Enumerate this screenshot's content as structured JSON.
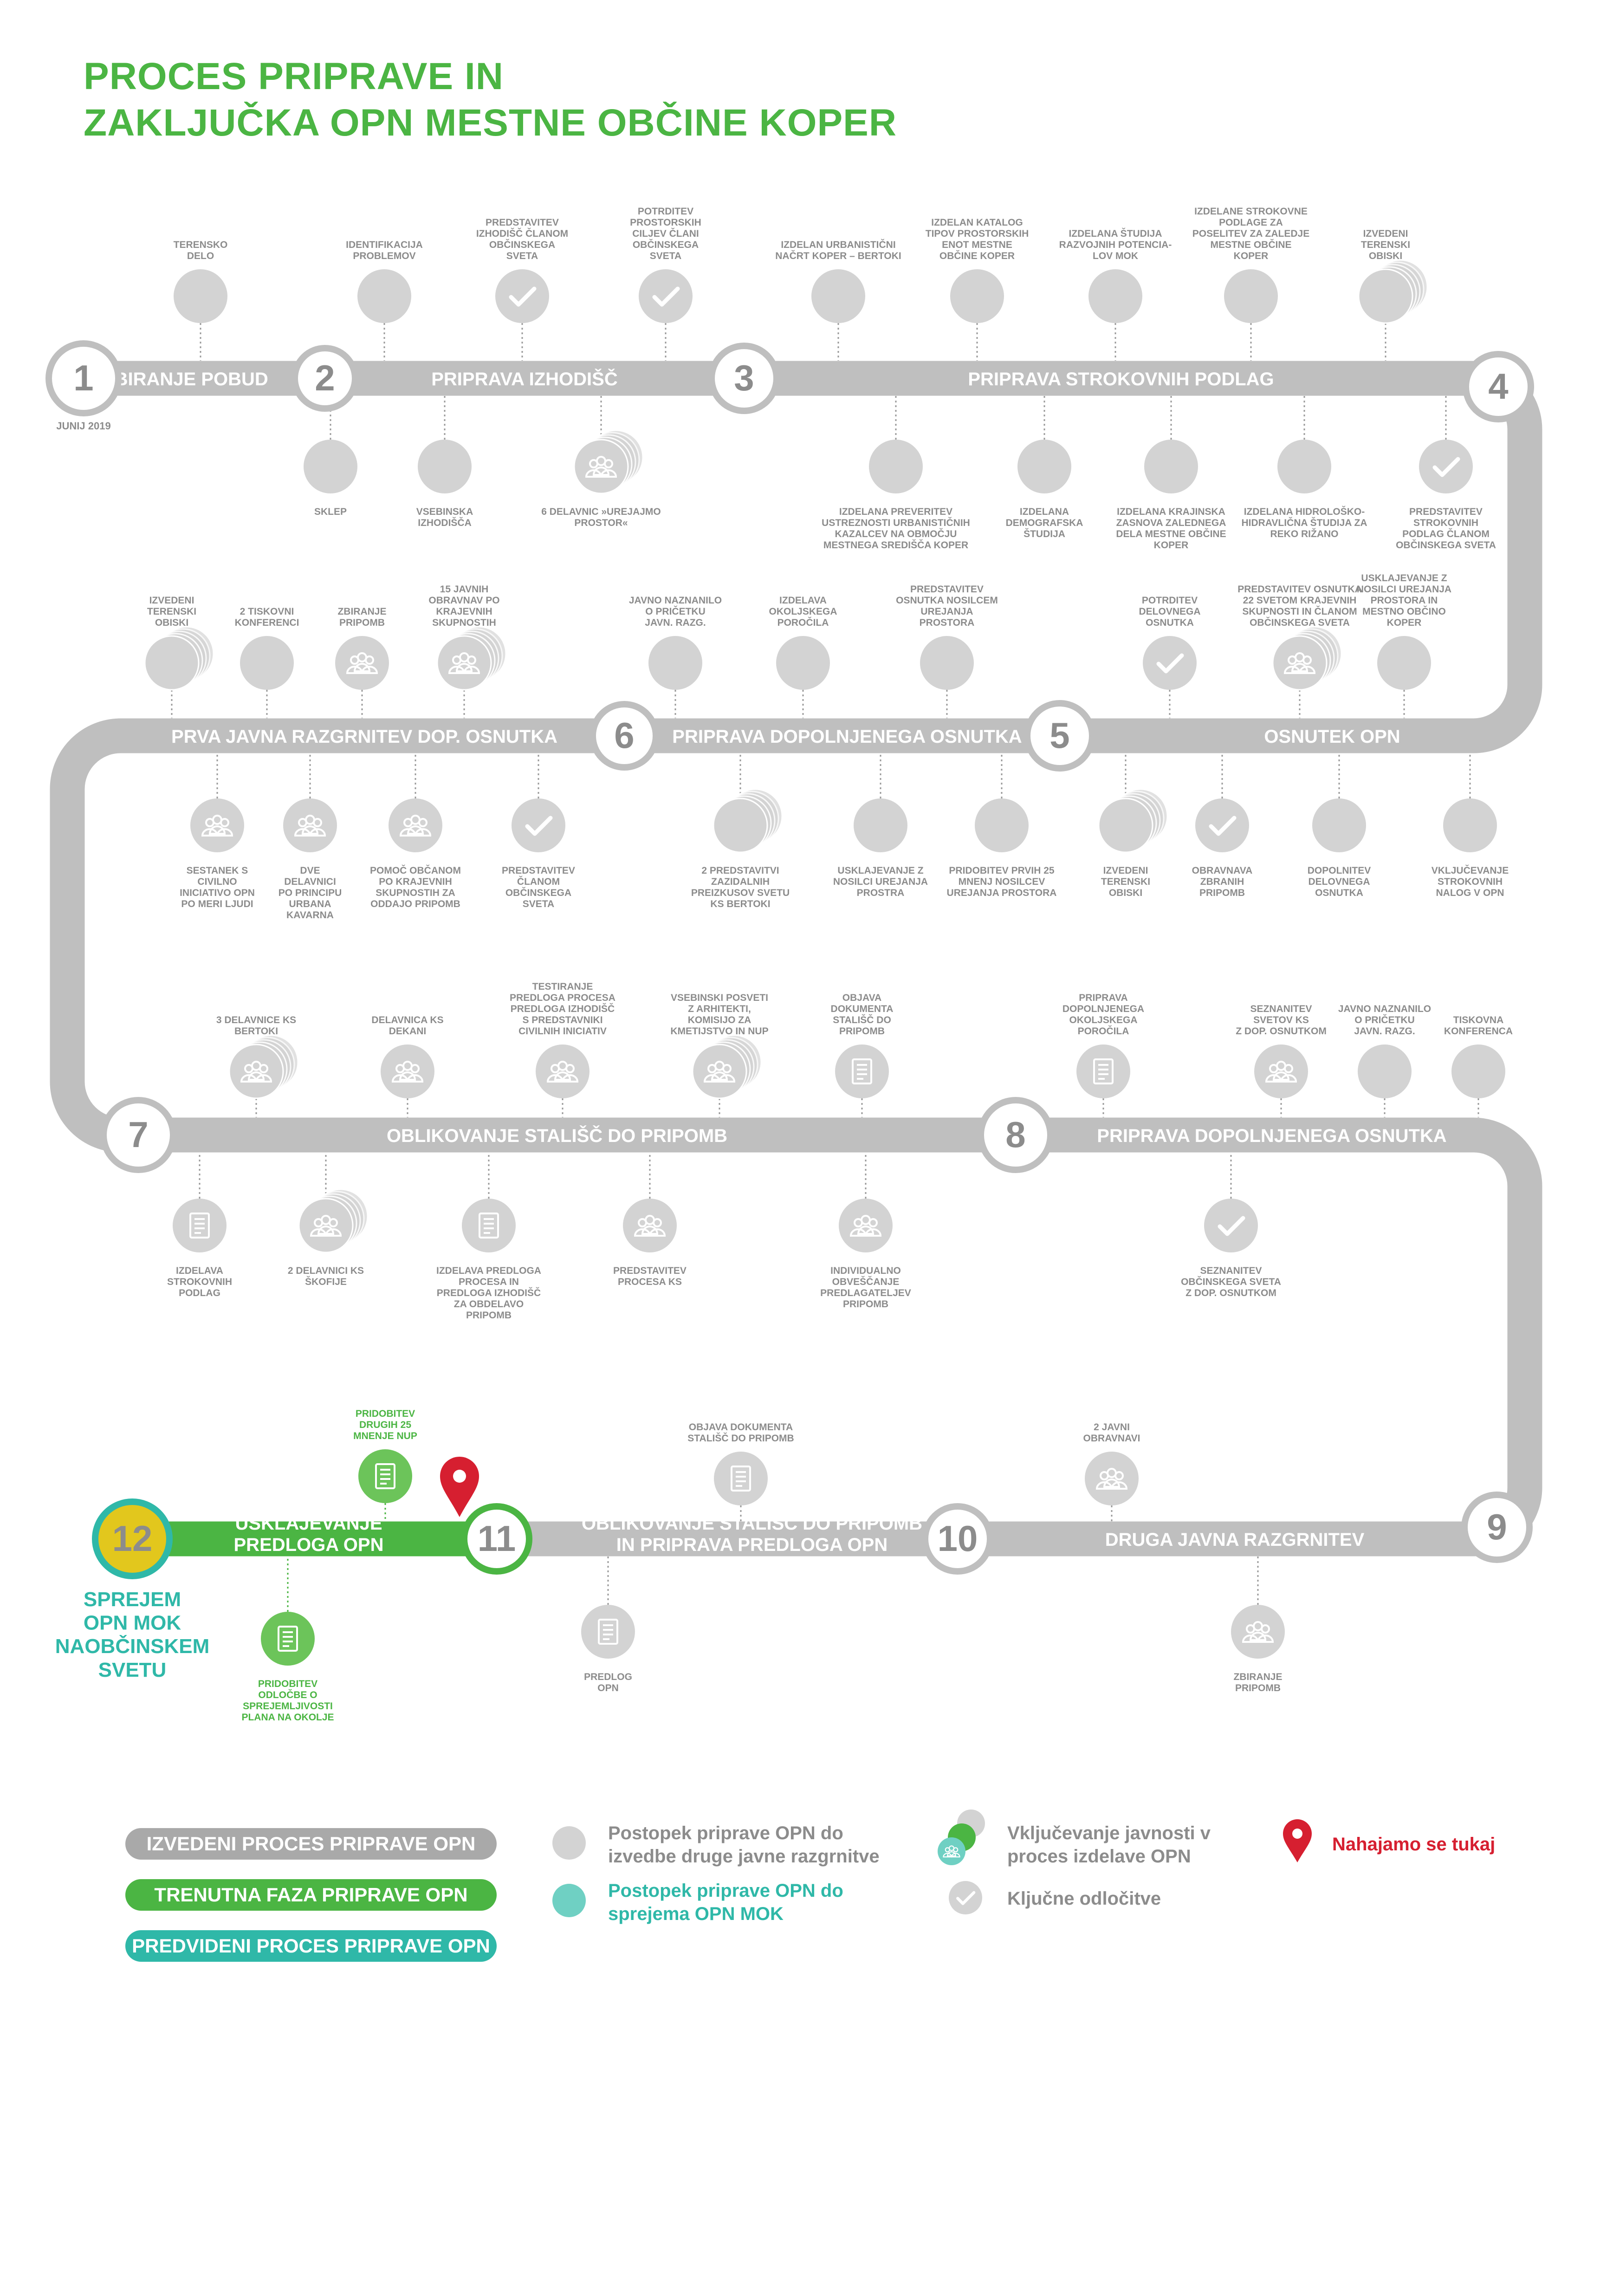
{
  "title": {
    "line1": "PROCES PRIPRAVE IN",
    "line2": "ZAKLJUČKA OPN MESTNE OBČINE KOPER"
  },
  "colors": {
    "done": "#bfbfbf",
    "done_node": "#d3d3d3",
    "current": "#4bb543",
    "planned": "#2fb8a8",
    "final": "#e2c71d",
    "marker": "#d61f30",
    "label": "#8c8c8c"
  },
  "phases": [
    {
      "num": "1",
      "label": "ZBIRANJE POBUD",
      "date": "JUNIJ 2019"
    },
    {
      "num": "2",
      "label": "PRIPRAVA IZHODIŠČ"
    },
    {
      "num": "3",
      "label": "PRIPRAVA STROKOVNIH PODLAG"
    },
    {
      "num": "4",
      "label": ""
    },
    {
      "num": "5",
      "label": "OSNUTEK OPN"
    },
    {
      "num": "6",
      "label": "PRIPRAVA DOPOLNJENEGA OSNUTKA"
    },
    {
      "num": "",
      "label": "PRVA JAVNA RAZGRNITEV DOP. OSNUTKA"
    },
    {
      "num": "7",
      "label": "OBLIKOVANJE STALIŠČ DO PRIPOMB"
    },
    {
      "num": "8",
      "label": "PRIPRAVA DOPOLNJENEGA OSNUTKA"
    },
    {
      "num": "9",
      "label": ""
    },
    {
      "num": "10",
      "label": "DRUGA JAVNA RAZGRNITEV"
    },
    {
      "num": "11",
      "label": "OBLIKOVANJE STALIŠČ DO PRIPOMB\nIN PRIPRAVA PREDLOGA OPN"
    },
    {
      "num": "",
      "label": "USKLAJEVANJE\nPREDLOGA OPN"
    },
    {
      "num": "12",
      "label": "SPREJEM\nOPN MOK\nNAOBČINSKEM\nSVETU"
    }
  ],
  "steps": [
    {
      "text": "TERENSKO\nDELO",
      "kind": "plain",
      "status": "done"
    },
    {
      "text": "IDENTIFIKACIJA\nPROBLEMOV",
      "kind": "plain",
      "status": "done"
    },
    {
      "text": "PREDSTAVITEV\nIZHODIŠČ ČLANOM\nOBČINSKEGA\nSVETA",
      "kind": "check",
      "status": "done"
    },
    {
      "text": "POTRDITEV\nPROSTORSKIH\nCILJEV ČLANI\nOBČINSKEGA\nSVETA",
      "kind": "check",
      "status": "done"
    },
    {
      "text": "IZDELAN URBANISTIČNI\nNAČRT KOPER – BERTOKI",
      "kind": "plain",
      "status": "done"
    },
    {
      "text": "IZDELAN KATALOG\nTIPOV PROSTORSKIH\nENOT MESTNE\nOBČINE KOPER",
      "kind": "plain",
      "status": "done"
    },
    {
      "text": "IZDELANA ŠTUDIJA\nRAZVOJNIH POTENCIA-\nLOV MOK",
      "kind": "plain",
      "status": "done"
    },
    {
      "text": "IZDELANE STROKOVNE\nPODLAGE ZA\nPOSELITEV ZA ZALEDJE\nMESTNE OBČINE\nKOPER",
      "kind": "plain",
      "status": "done"
    },
    {
      "text": "IZVEDENI\nTERENSKI\nOBISKI",
      "kind": "stack",
      "status": "done"
    },
    {
      "text": "SKLEP",
      "kind": "plain",
      "status": "done"
    },
    {
      "text": "VSEBINSKA\nIZHODIŠČA",
      "kind": "plain",
      "status": "done"
    },
    {
      "text": "6 DELAVNIC »UREJAJMO\nPROSTOR«",
      "kind": "people-stack",
      "status": "done"
    },
    {
      "text": "IZDELANA PREVERITEV\nUSTREZNOSTI URBANISTIČNIH\nKAZALCEV NA OBMOČJU\nMESTNEGA SREDIŠČA KOPER",
      "kind": "plain",
      "status": "done"
    },
    {
      "text": "IZDELANA\nDEMOGRAFSKA\nŠTUDIJA",
      "kind": "plain",
      "status": "done"
    },
    {
      "text": "IZDELANA KRAJINSKA\nZASNOVA ZALEDNEGA\nDELA MESTNE OBČINE\nKOPER",
      "kind": "plain",
      "status": "done"
    },
    {
      "text": "IZDELANA HIDROLOŠKO-\nHIDRAVLIČNA ŠTUDIJA ZA\nREKO RIŽANO",
      "kind": "plain",
      "status": "done"
    },
    {
      "text": "PREDSTAVITEV\nSTROKOVNIH\nPODLAG ČLANOM\nOBČINSKEGA SVETA",
      "kind": "check",
      "status": "done"
    },
    {
      "text": "IZVEDENI\nTERENSKI\nOBISKI",
      "kind": "stack",
      "status": "done"
    },
    {
      "text": "2 TISKOVNI\nKONFERENCI",
      "kind": "plain",
      "status": "done"
    },
    {
      "text": "ZBIRANJE\nPRIPOMB",
      "kind": "people",
      "status": "done"
    },
    {
      "text": "15 JAVNIH\nOBRAVNAV PO\nKRAJEVNIH\nSKUPNOSTIH",
      "kind": "people-stack",
      "status": "done"
    },
    {
      "text": "JAVNO NAZNANILO\nO PRIČETKU\nJAVN. RAZG.",
      "kind": "plain",
      "status": "done"
    },
    {
      "text": "IZDELAVA\nOKOLJSKEGA\nPOROČILA",
      "kind": "plain",
      "status": "done"
    },
    {
      "text": "PREDSTAVITEV\nOSNUTKA NOSILCEM\nUREJANJA\nPROSTORA",
      "kind": "plain",
      "status": "done"
    },
    {
      "text": "POTRDITEV\nDELOVNEGA\nOSNUTKA",
      "kind": "check",
      "status": "done"
    },
    {
      "text": "PREDSTAVITEV OSNUTKA\n22 SVETOM KRAJEVNIH\nSKUPNOSTI IN ČLANOM\nOBČINSKEGA SVETA",
      "kind": "people-stack",
      "status": "done"
    },
    {
      "text": "USKLAJEVANJE Z\nNOSILCI UREJANJA\nPROSTORA IN\nMESTNO OBČINO\nKOPER",
      "kind": "plain",
      "status": "done"
    },
    {
      "text": "SESTANEK S\nCIVILNO\nINICIATIVO OPN\nPO MERI LJUDI",
      "kind": "people",
      "status": "done"
    },
    {
      "text": "DVE\nDELAVNICI\nPO PRINCIPU\nURBANA\nKAVARNA",
      "kind": "people",
      "status": "done"
    },
    {
      "text": "POMOČ OBČANOM\nPO KRAJEVNIH\nSKUPNOSTIH ZA\nODDAJO PRIPOMB",
      "kind": "people",
      "status": "done"
    },
    {
      "text": "PREDSTAVITEV\nČLANOM\nOBČINSKEGA\nSVETA",
      "kind": "check",
      "status": "done"
    },
    {
      "text": "2 PREDSTAVITVI\nZAZIDALNIH\nPREIZKUSOV SVETU\nKS BERTOKI",
      "kind": "stack",
      "status": "done"
    },
    {
      "text": "USKLAJEVANJE Z\nNOSILCI UREJANJA\nPROSTRA",
      "kind": "plain",
      "status": "done"
    },
    {
      "text": "PRIDOBITEV PRVIH 25\nMNENJ NOSILCEV\nUREJANJA PROSTORA",
      "kind": "plain",
      "status": "done"
    },
    {
      "text": "IZVEDENI\nTERENSKI\nOBISKI",
      "kind": "stack",
      "status": "done"
    },
    {
      "text": "OBRAVNAVA\nZBRANIH\nPRIPOMB",
      "kind": "check",
      "status": "done"
    },
    {
      "text": "DOPOLNITEV\nDELOVNEGA\nOSNUTKA",
      "kind": "plain",
      "status": "done"
    },
    {
      "text": "VKLJUČEVANJE\nSTROKOVNIH\nNALOG V OPN",
      "kind": "plain",
      "status": "done"
    },
    {
      "text": "3 DELAVNICE KS\nBERTOKI",
      "kind": "people-stack",
      "status": "done"
    },
    {
      "text": "DELAVNICA KS\nDEKANI",
      "kind": "people",
      "status": "done"
    },
    {
      "text": "TESTIRANJE\nPREDLOGA PROCESA\nPREDLOGA IZHODIŠČ\nS PREDSTAVNIKI\nCIVILNIH INICIATIV",
      "kind": "people",
      "status": "done"
    },
    {
      "text": "VSEBINSKI POSVETI\nZ ARHITEKTI,\nKOMISIJO ZA\nKMETIJSTVO IN NUP",
      "kind": "people-stack",
      "status": "done"
    },
    {
      "text": "OBJAVA\nDOKUMENTA\nSTALIŠČ DO\nPRIPOMB",
      "kind": "doc",
      "status": "done"
    },
    {
      "text": "PRIPRAVA\nDOPOLNJENEGA\nOKOLJSKEGA\nPOROČILA",
      "kind": "doc",
      "status": "done"
    },
    {
      "text": "SEZNANITEV\nSVETOV KS\nZ DOP. OSNUTKOM",
      "kind": "people",
      "status": "done"
    },
    {
      "text": "JAVNO NAZNANILO\nO PRIČETKU\nJAVN. RAZG.",
      "kind": "plain",
      "status": "done"
    },
    {
      "text": "TISKOVNA\nKONFERENCA",
      "kind": "plain",
      "status": "done"
    },
    {
      "text": "IZDELAVA\nSTROKOVNIH\nPODLAG",
      "kind": "doc",
      "status": "done"
    },
    {
      "text": "2 DELAVNICI KS\nŠKOFIJE",
      "kind": "people-stack",
      "status": "done"
    },
    {
      "text": "IZDELAVA PREDLOGA\nPROCESA IN\nPREDLOGA IZHODIŠČ\nZA OBDELAVO\nPRIPOMB",
      "kind": "doc",
      "status": "done"
    },
    {
      "text": "PREDSTAVITEV\nPROCESA KS",
      "kind": "people",
      "status": "done"
    },
    {
      "text": "INDIVIDUALNO\nOBVEŠČANJE\nPREDLAGATELJEV\nPRIPOMB",
      "kind": "people",
      "status": "done"
    },
    {
      "text": "SEZNANITEV\nOBČINSKEGA SVETA\nZ DOP. OSNUTKOM",
      "kind": "check",
      "status": "done"
    },
    {
      "text": "2 JAVNI\nOBRAVNAVI",
      "kind": "people",
      "status": "done"
    },
    {
      "text": "ZBIRANJE\nPRIPOMB",
      "kind": "people",
      "status": "done"
    },
    {
      "text": "OBJAVA DOKUMENTA\nSTALIŠČ DO PRIPOMB",
      "kind": "doc",
      "status": "done"
    },
    {
      "text": "PREDLOG\nOPN",
      "kind": "doc",
      "status": "done"
    },
    {
      "text": "PRIDOBITEV\nDRUGIH 25\nMNENJE NUP",
      "kind": "doc",
      "status": "current"
    },
    {
      "text": "PRIDOBITEV\nODLOČBE O\nSPREJEMLJIVOSTI\nPLANA NA OKOLJE",
      "kind": "doc",
      "status": "current"
    }
  ],
  "legend": {
    "pill_done": "IZVEDENI PROCES PRIPRAVE OPN",
    "pill_current": "TRENUTNA FAZA PRIPRAVE OPN",
    "pill_planned": "PREDVIDENI PROCES PRIPRAVE OPN",
    "gray_dot": "Postopek priprave OPN do\nizvedbe druge javne razgrnitve",
    "teal_dot": "Postopek priprave OPN do\nsprejema OPN MOK",
    "public": "Vključevanje javnosti v\nproces izdelave OPN",
    "decision": "Ključne odločitve",
    "marker": "Nahajamo se tukaj"
  }
}
